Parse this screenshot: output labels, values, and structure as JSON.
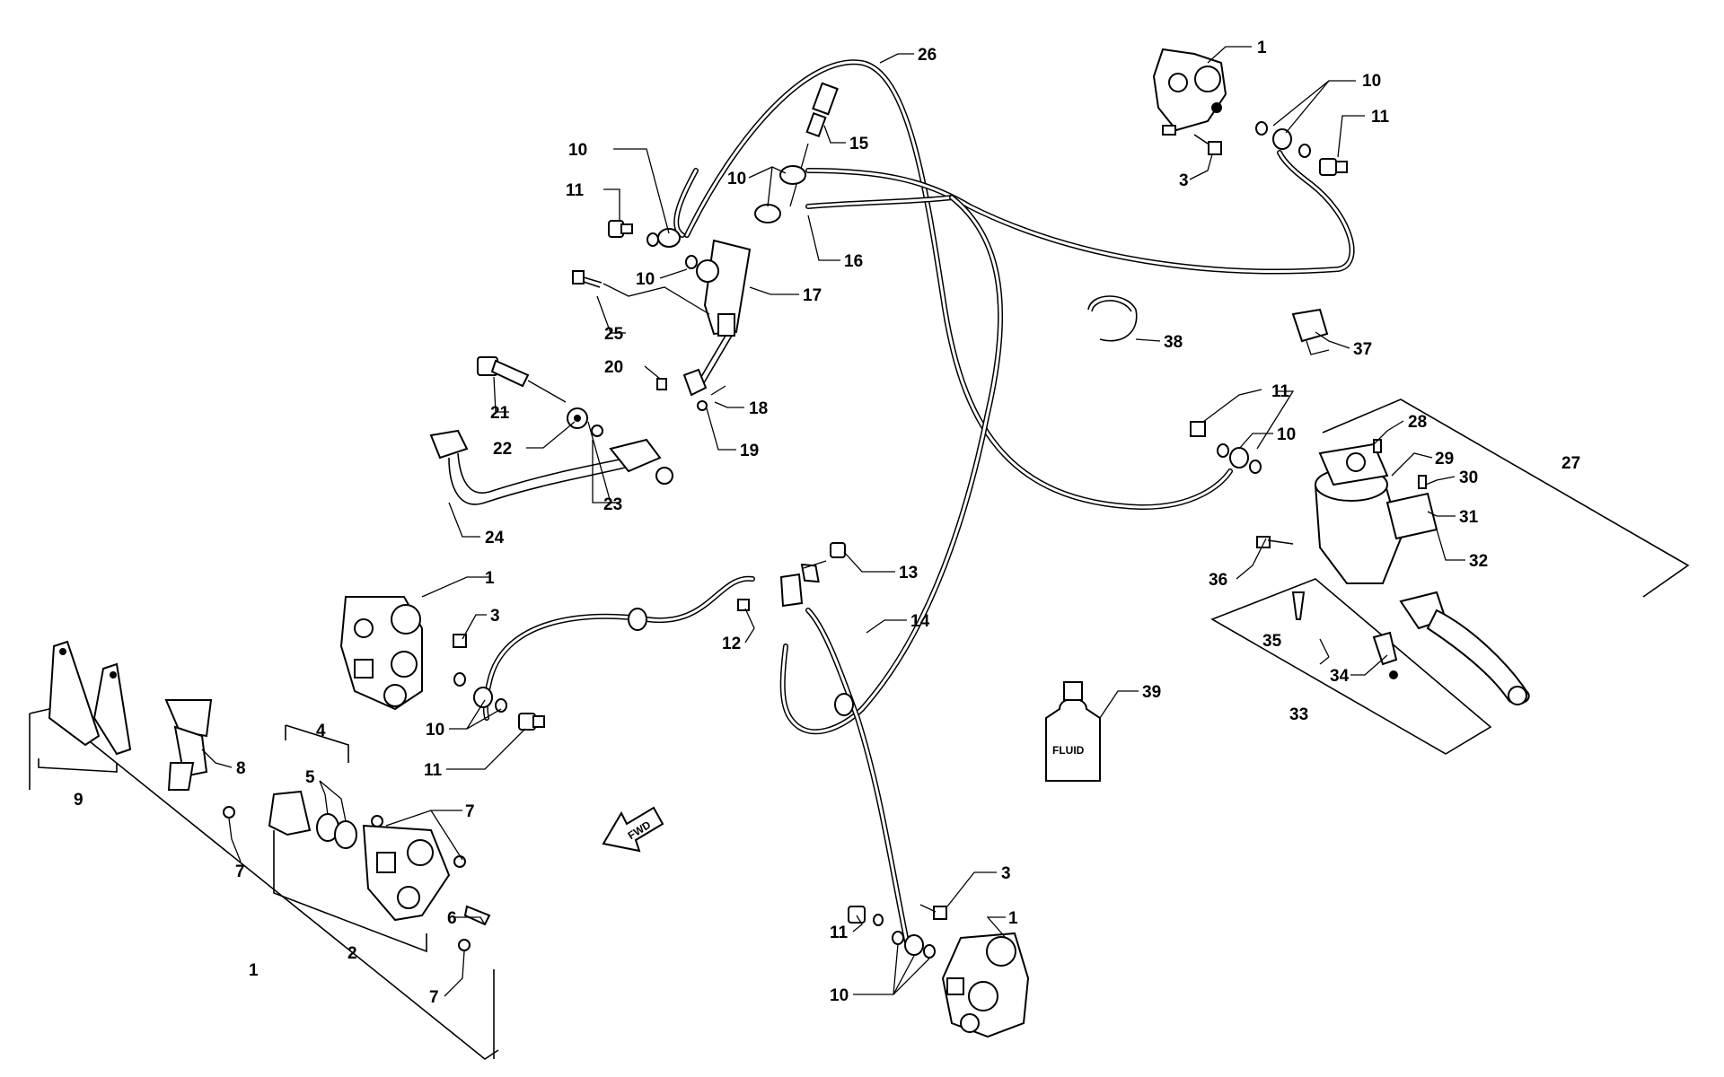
{
  "diagram": {
    "callouts": [
      "1",
      "2",
      "3",
      "4",
      "5",
      "6",
      "7",
      "8",
      "9",
      "10",
      "11",
      "12",
      "13",
      "14",
      "15",
      "16",
      "17",
      "18",
      "19",
      "20",
      "21",
      "22",
      "23",
      "24",
      "25",
      "26",
      "27",
      "28",
      "29",
      "30",
      "31",
      "32",
      "33",
      "34",
      "35",
      "36",
      "37",
      "38",
      "39"
    ],
    "fluid_bottle_text": "FLUID",
    "direction_arrow_text": "FWD"
  }
}
